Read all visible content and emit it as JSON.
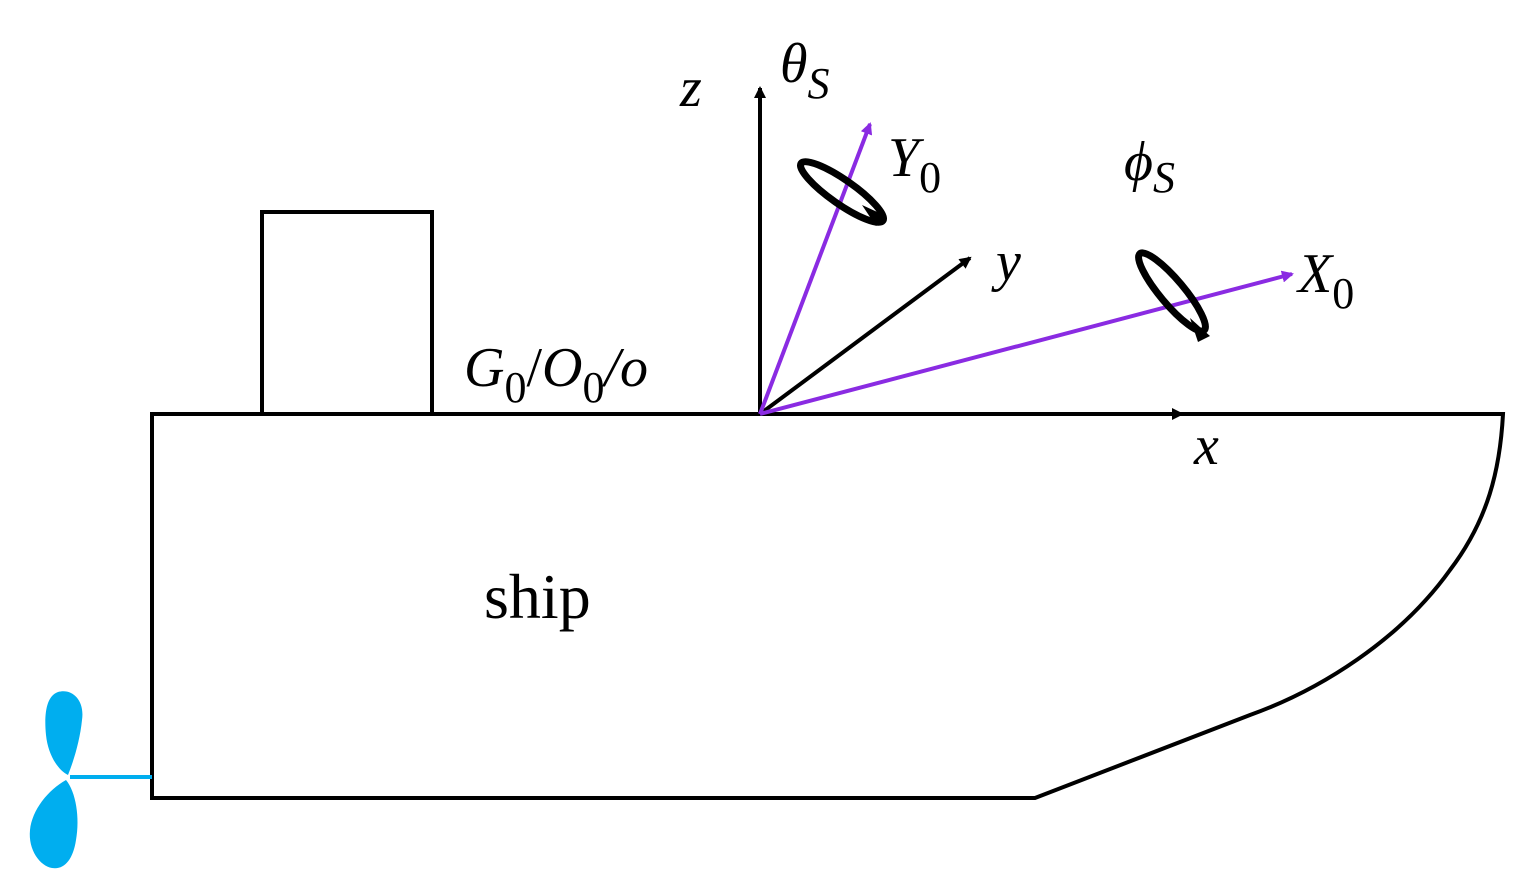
{
  "colors": {
    "outline": "#000000",
    "body_frame_axes": "#000000",
    "earth_frame_axes": "#8a2be2",
    "propeller": "#00aeef"
  },
  "labels": {
    "z_axis": "z",
    "y_axis": "y",
    "x_axis": "x",
    "Y0_axis_main": "Y",
    "Y0_axis_sub": "0",
    "X0_axis_main": "X",
    "X0_axis_sub": "0",
    "theta_main": "θ",
    "theta_sub": "S",
    "phi_main": "ϕ",
    "phi_sub": "S",
    "origin_g": "G",
    "origin_g_sub": "0",
    "origin_sep1": "/",
    "origin_o": "O",
    "origin_o_sub": "0",
    "origin_sep2": "/o",
    "ship": "ship"
  }
}
